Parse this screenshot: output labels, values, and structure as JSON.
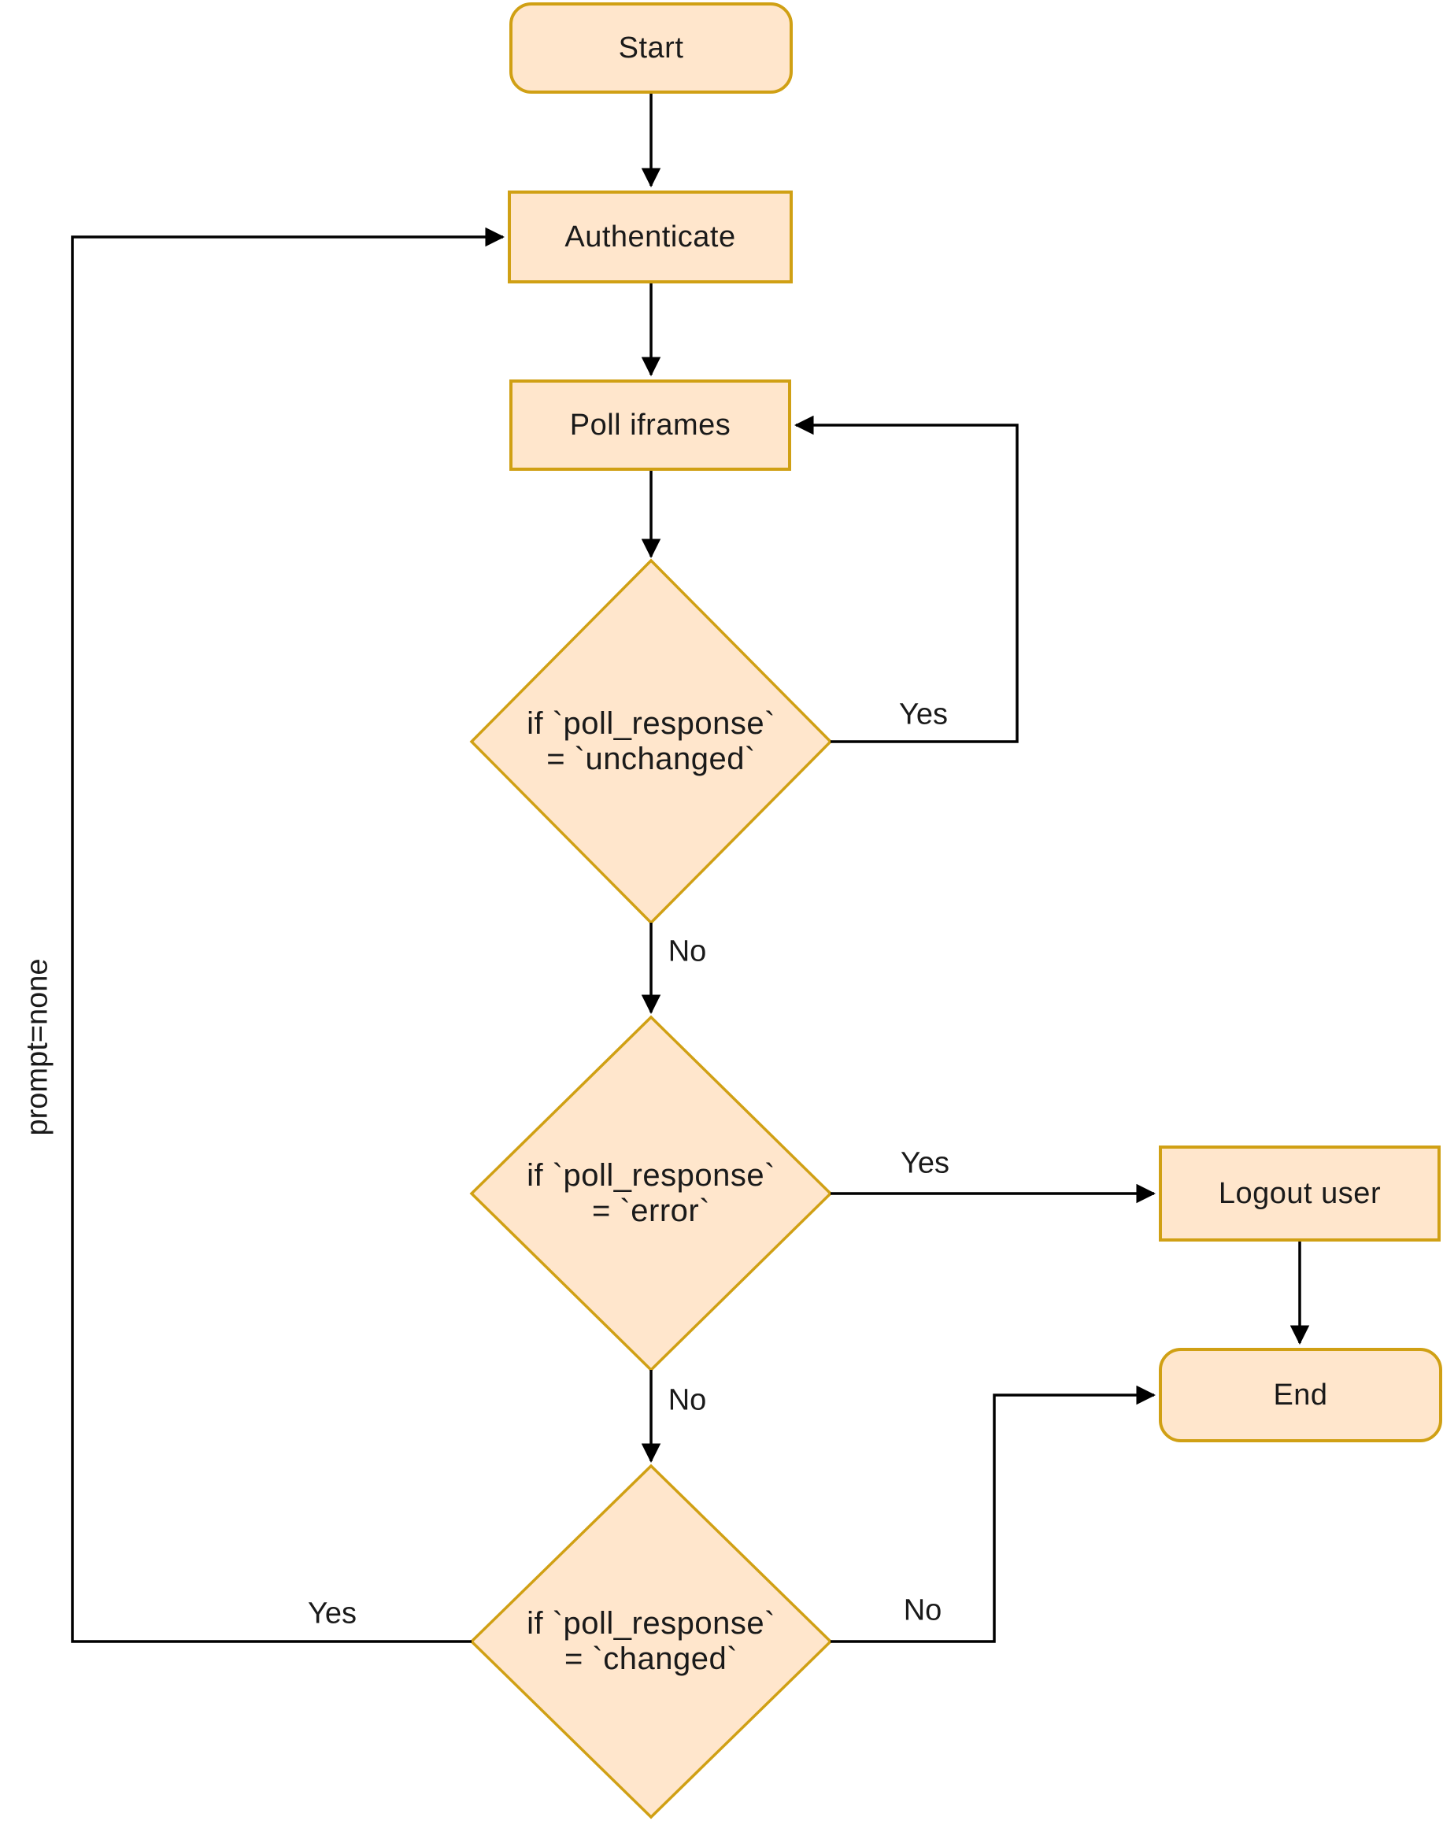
{
  "theme": {
    "background": "#ffffff",
    "node_fill": "#ffe6cc",
    "node_stroke": "#d0a014",
    "edge_color": "#000000",
    "text_color": "#1a1a1a"
  },
  "nodes": {
    "start": {
      "label": "Start",
      "shape": "terminator"
    },
    "authenticate": {
      "label": "Authenticate",
      "shape": "process"
    },
    "poll_iframes": {
      "label": "Poll iframes",
      "shape": "process"
    },
    "decision_unchanged": {
      "line1": "if `poll_response`",
      "line2": "= `unchanged`",
      "shape": "decision"
    },
    "decision_error": {
      "line1": "if `poll_response`",
      "line2": "= `error`",
      "shape": "decision"
    },
    "decision_changed": {
      "line1": "if `poll_response`",
      "line2": "= `changed`",
      "shape": "decision"
    },
    "logout_user": {
      "label": "Logout user",
      "shape": "process"
    },
    "end": {
      "label": "End",
      "shape": "terminator"
    }
  },
  "edges": [
    {
      "from": "Start",
      "to": "Authenticate",
      "label": ""
    },
    {
      "from": "Authenticate",
      "to": "Poll iframes",
      "label": ""
    },
    {
      "from": "Poll iframes",
      "to": "if `poll_response` = `unchanged`",
      "label": ""
    },
    {
      "from": "if `poll_response` = `unchanged`",
      "to": "Poll iframes",
      "label": "Yes"
    },
    {
      "from": "if `poll_response` = `unchanged`",
      "to": "if `poll_response` = `error`",
      "label": "No"
    },
    {
      "from": "if `poll_response` = `error`",
      "to": "Logout user",
      "label": "Yes"
    },
    {
      "from": "if `poll_response` = `error`",
      "to": "if `poll_response` = `changed`",
      "label": "No"
    },
    {
      "from": "Logout user",
      "to": "End",
      "label": ""
    },
    {
      "from": "if `poll_response` = `changed`",
      "to": "Authenticate",
      "label": "Yes",
      "annotation": "prompt=none"
    },
    {
      "from": "if `poll_response` = `changed`",
      "to": "End",
      "label": "No"
    }
  ]
}
